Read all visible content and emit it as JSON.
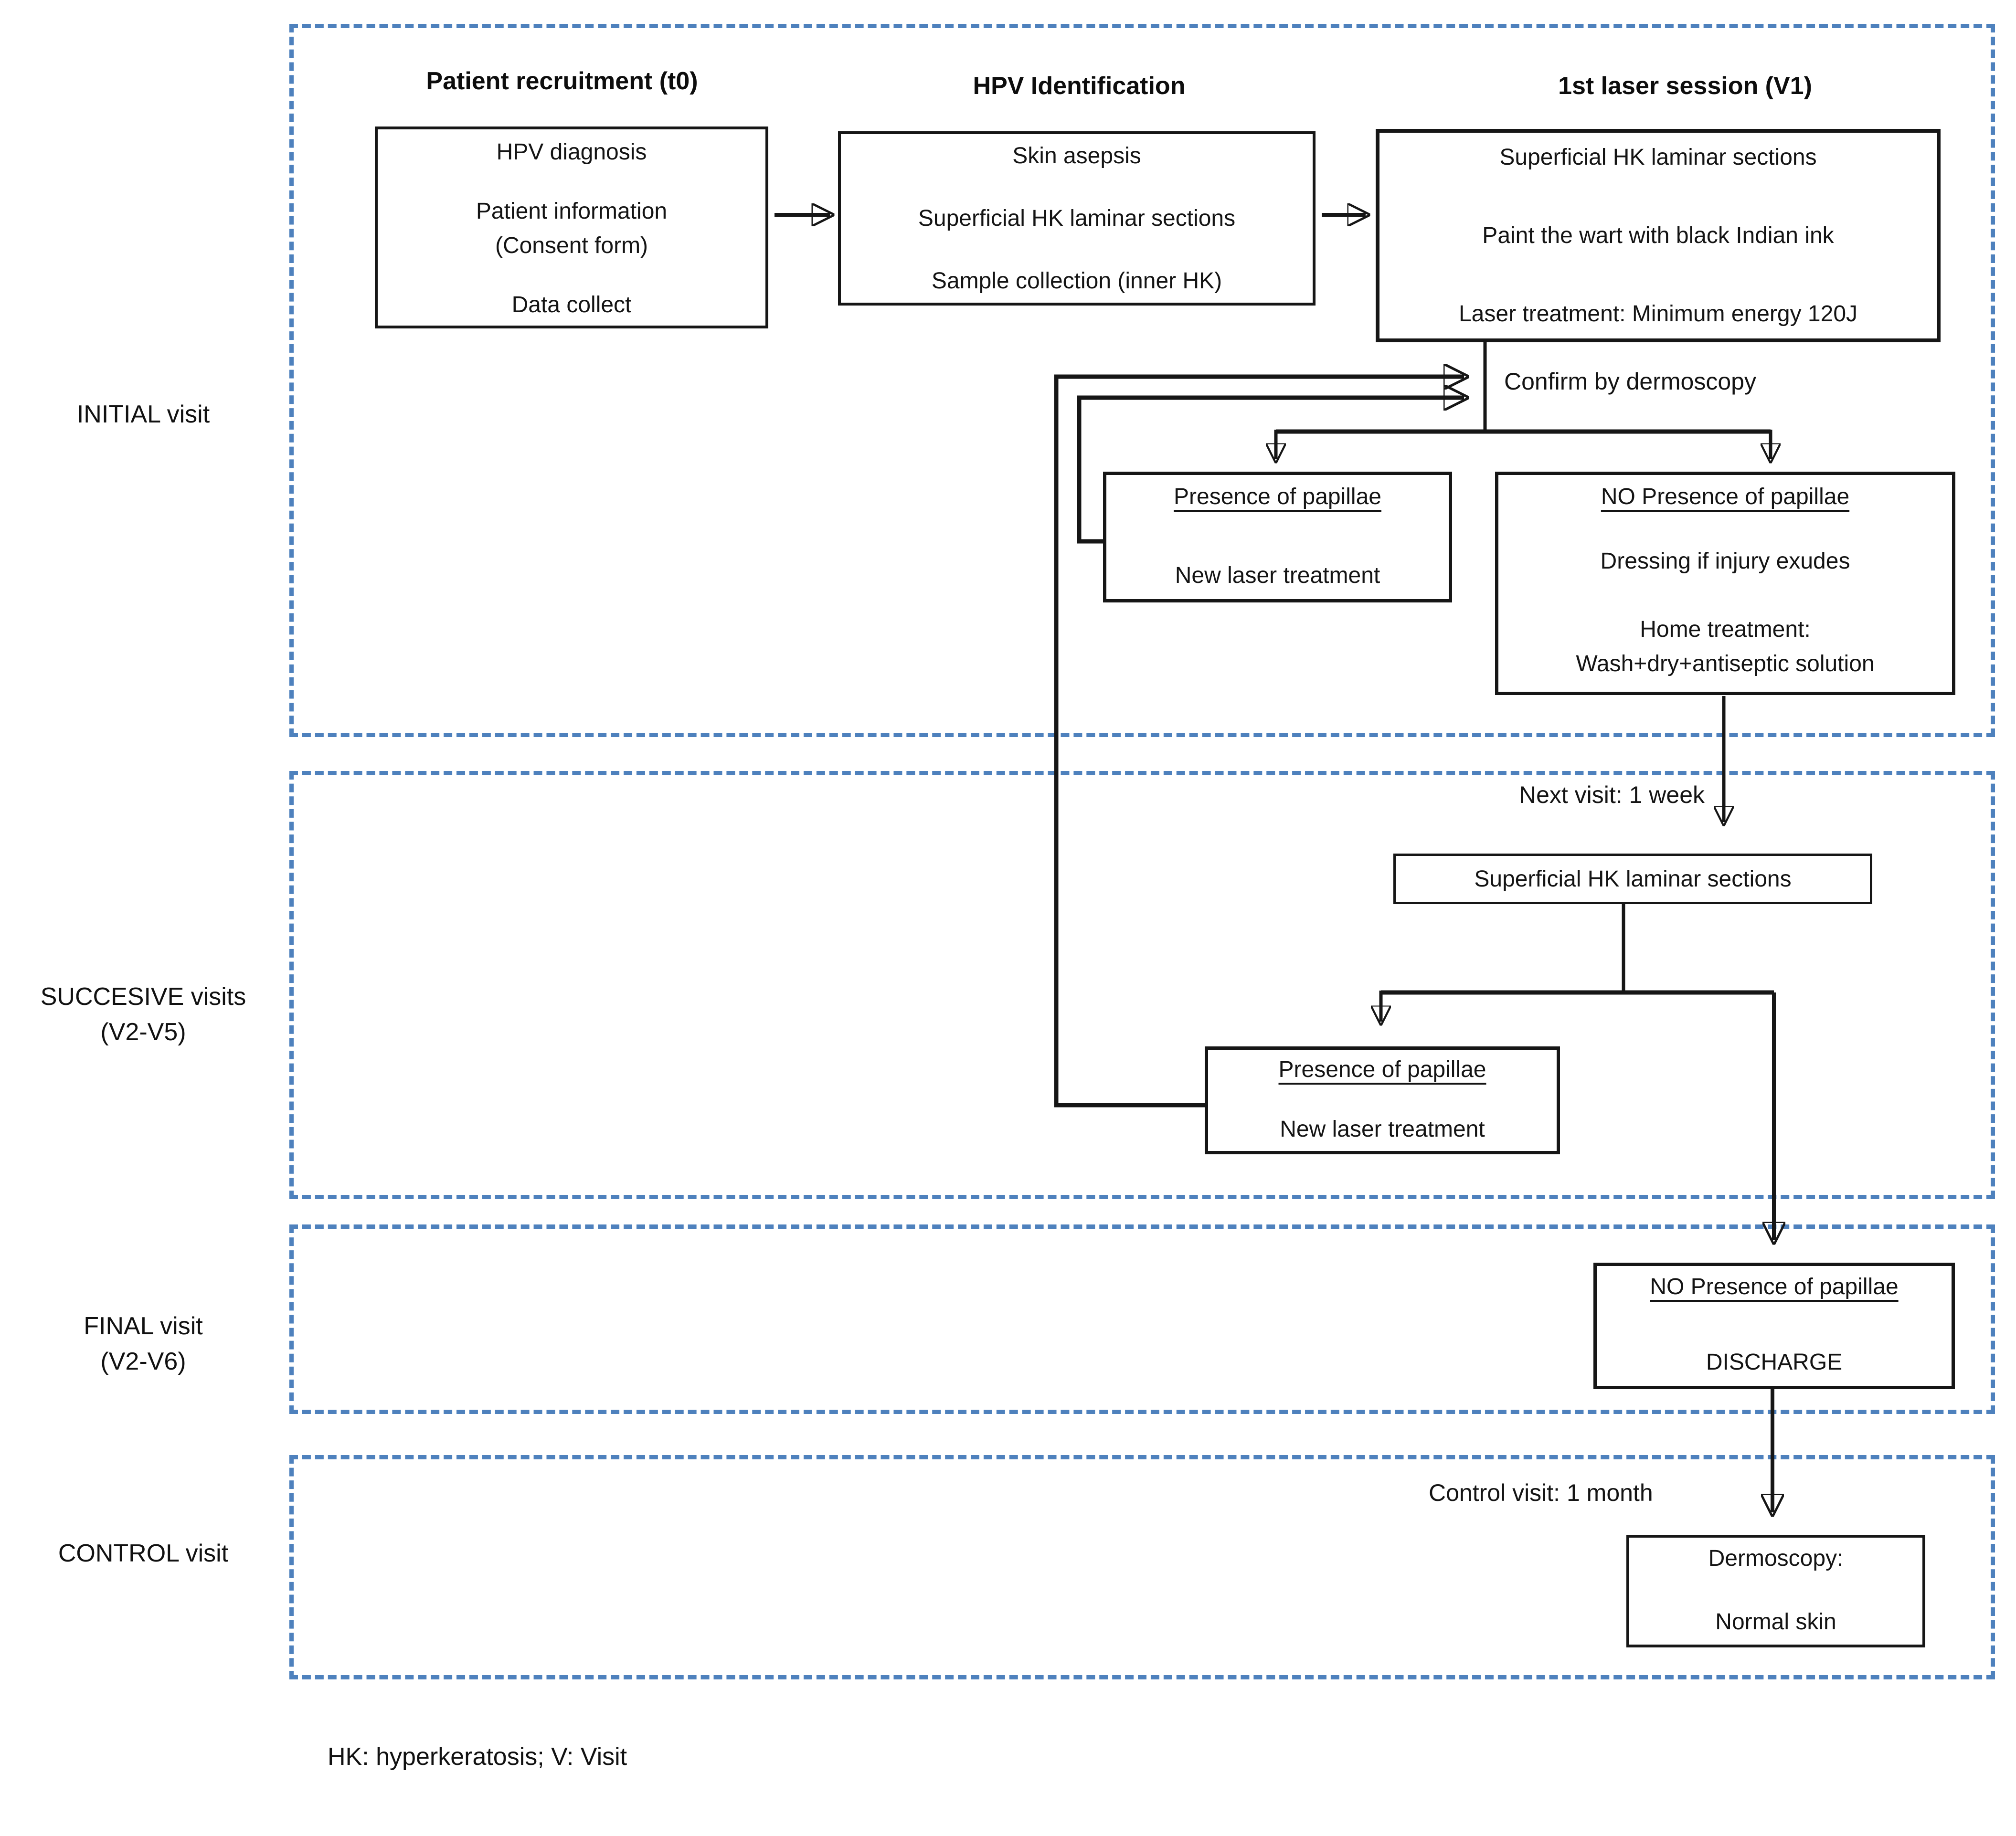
{
  "colors": {
    "section_border": "#4e81bd",
    "line": "#161616",
    "background": "#ffffff"
  },
  "row_labels": {
    "initial": "INITIAL visit",
    "succesive1": "SUCCESIVE visits",
    "succesive2": "(V2-V5)",
    "final1": "FINAL visit",
    "final2": "(V2-V6)",
    "control": "CONTROL visit"
  },
  "headers": {
    "recruitment": "Patient recruitment (t0)",
    "identification": "HPV Identification",
    "laser": "1st laser session (V1)"
  },
  "boxes": {
    "recruitment": {
      "line1": "HPV diagnosis",
      "line2": "Patient information",
      "line3": "(Consent form)",
      "line4": "Data collect"
    },
    "identification": {
      "line1": "Skin asepsis",
      "line2": "Superficial HK laminar sections",
      "line3": "Sample collection (inner HK)"
    },
    "laser": {
      "line1": "Superficial HK laminar sections",
      "line2": "Paint the wart with black Indian ink",
      "line3": "Laser treatment: Minimum energy 120J"
    },
    "papillae_initial": {
      "title": "Presence of papillae",
      "line": "New laser treatment"
    },
    "no_papillae_initial": {
      "title": "NO Presence of papillae",
      "line1": "Dressing if injury exudes",
      "line2": "Home treatment:",
      "line3": "Wash+dry+antiseptic solution"
    },
    "superficial_succesive": {
      "line": "Superficial HK laminar sections"
    },
    "papillae_succesive": {
      "title": "Presence of papillae",
      "line": "New laser treatment"
    },
    "discharge": {
      "title": "NO Presence of papillae",
      "line": "DISCHARGE"
    },
    "dermoscopy": {
      "line1": "Dermoscopy:",
      "line2": "Normal skin"
    }
  },
  "labels": {
    "confirm": "Confirm by dermoscopy",
    "next_visit": "Next visit: 1 week",
    "control_visit": "Control visit: 1 month"
  },
  "footnote": "HK: hyperkeratosis; V: Visit"
}
